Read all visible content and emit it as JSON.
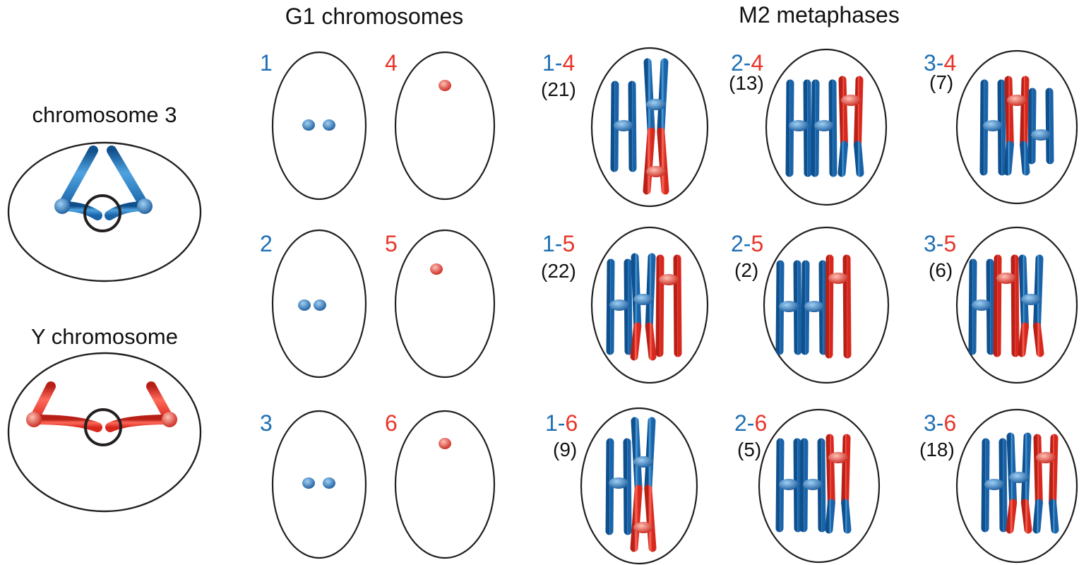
{
  "headers": {
    "g1": "G1 chromosomes",
    "m2": "M2 metaphases"
  },
  "left_panels": {
    "chr3": "chromosome 3",
    "ychr": "Y chromosome"
  },
  "colors": {
    "blue": "#1f6fb5",
    "red": "#e8352a",
    "outline": "#231f20",
    "text": "#111111"
  },
  "g1": [
    {
      "label": "1",
      "color": "blue"
    },
    {
      "label": "4",
      "color": "red"
    },
    {
      "label": "2",
      "color": "blue"
    },
    {
      "label": "5",
      "color": "red"
    },
    {
      "label": "3",
      "color": "blue"
    },
    {
      "label": "6",
      "color": "red"
    }
  ],
  "m2": [
    {
      "a": "1",
      "sep": "-",
      "b": "4",
      "count": "(21)"
    },
    {
      "a": "2",
      "sep": "-",
      "b": "4",
      "count": "(13)"
    },
    {
      "a": "3",
      "sep": "-",
      "b": "4",
      "count": "(7)"
    },
    {
      "a": "1",
      "sep": "-",
      "b": "5",
      "count": "(22)"
    },
    {
      "a": "2",
      "sep": "-",
      "b": "5",
      "count": "(2)"
    },
    {
      "a": "3",
      "sep": "-",
      "b": "5",
      "count": "(6)"
    },
    {
      "a": "1",
      "sep": "-",
      "b": "6",
      "count": "(9)"
    },
    {
      "a": "2",
      "sep": "-",
      "b": "6",
      "count": "(5)"
    },
    {
      "a": "3",
      "sep": "-",
      "b": "6",
      "count": "(18)"
    }
  ]
}
